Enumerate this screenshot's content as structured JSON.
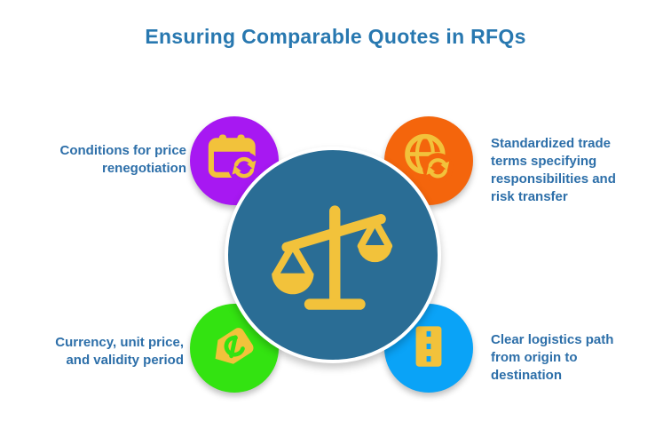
{
  "title": {
    "text": "Ensuring Comparable Quotes in RFQs"
  },
  "colors": {
    "background": "#ffffff",
    "title": "#2878B0",
    "body_text": "#2D6FA9",
    "center_circle": "#2A6D95",
    "icon_yellow": "#F2C23B",
    "purple": "#A718F2",
    "orange": "#F4650C",
    "green": "#33E311",
    "azure": "#0AA3F7"
  },
  "center": {
    "icon": "balance-scale-icon"
  },
  "bubbles": [
    {
      "id": "renegotiation",
      "position": "top-left",
      "color": "#A718F2",
      "icon": "calendar-sync-icon",
      "label": "Conditions for price\nrenegotiation"
    },
    {
      "id": "trade-terms",
      "position": "top-right",
      "color": "#F4650C",
      "icon": "globe-sync-icon",
      "label": "Standardized trade\nterms specifying\nresponsibilities and\nrisk transfer"
    },
    {
      "id": "pricing",
      "position": "bottom-left",
      "color": "#33E311",
      "icon": "price-tag-icon",
      "label": "Currency, unit price,\nand validity period"
    },
    {
      "id": "logistics",
      "position": "bottom-right",
      "color": "#0AA3F7",
      "icon": "road-icon",
      "label": "Clear logistics path\nfrom origin to\ndestination"
    }
  ]
}
